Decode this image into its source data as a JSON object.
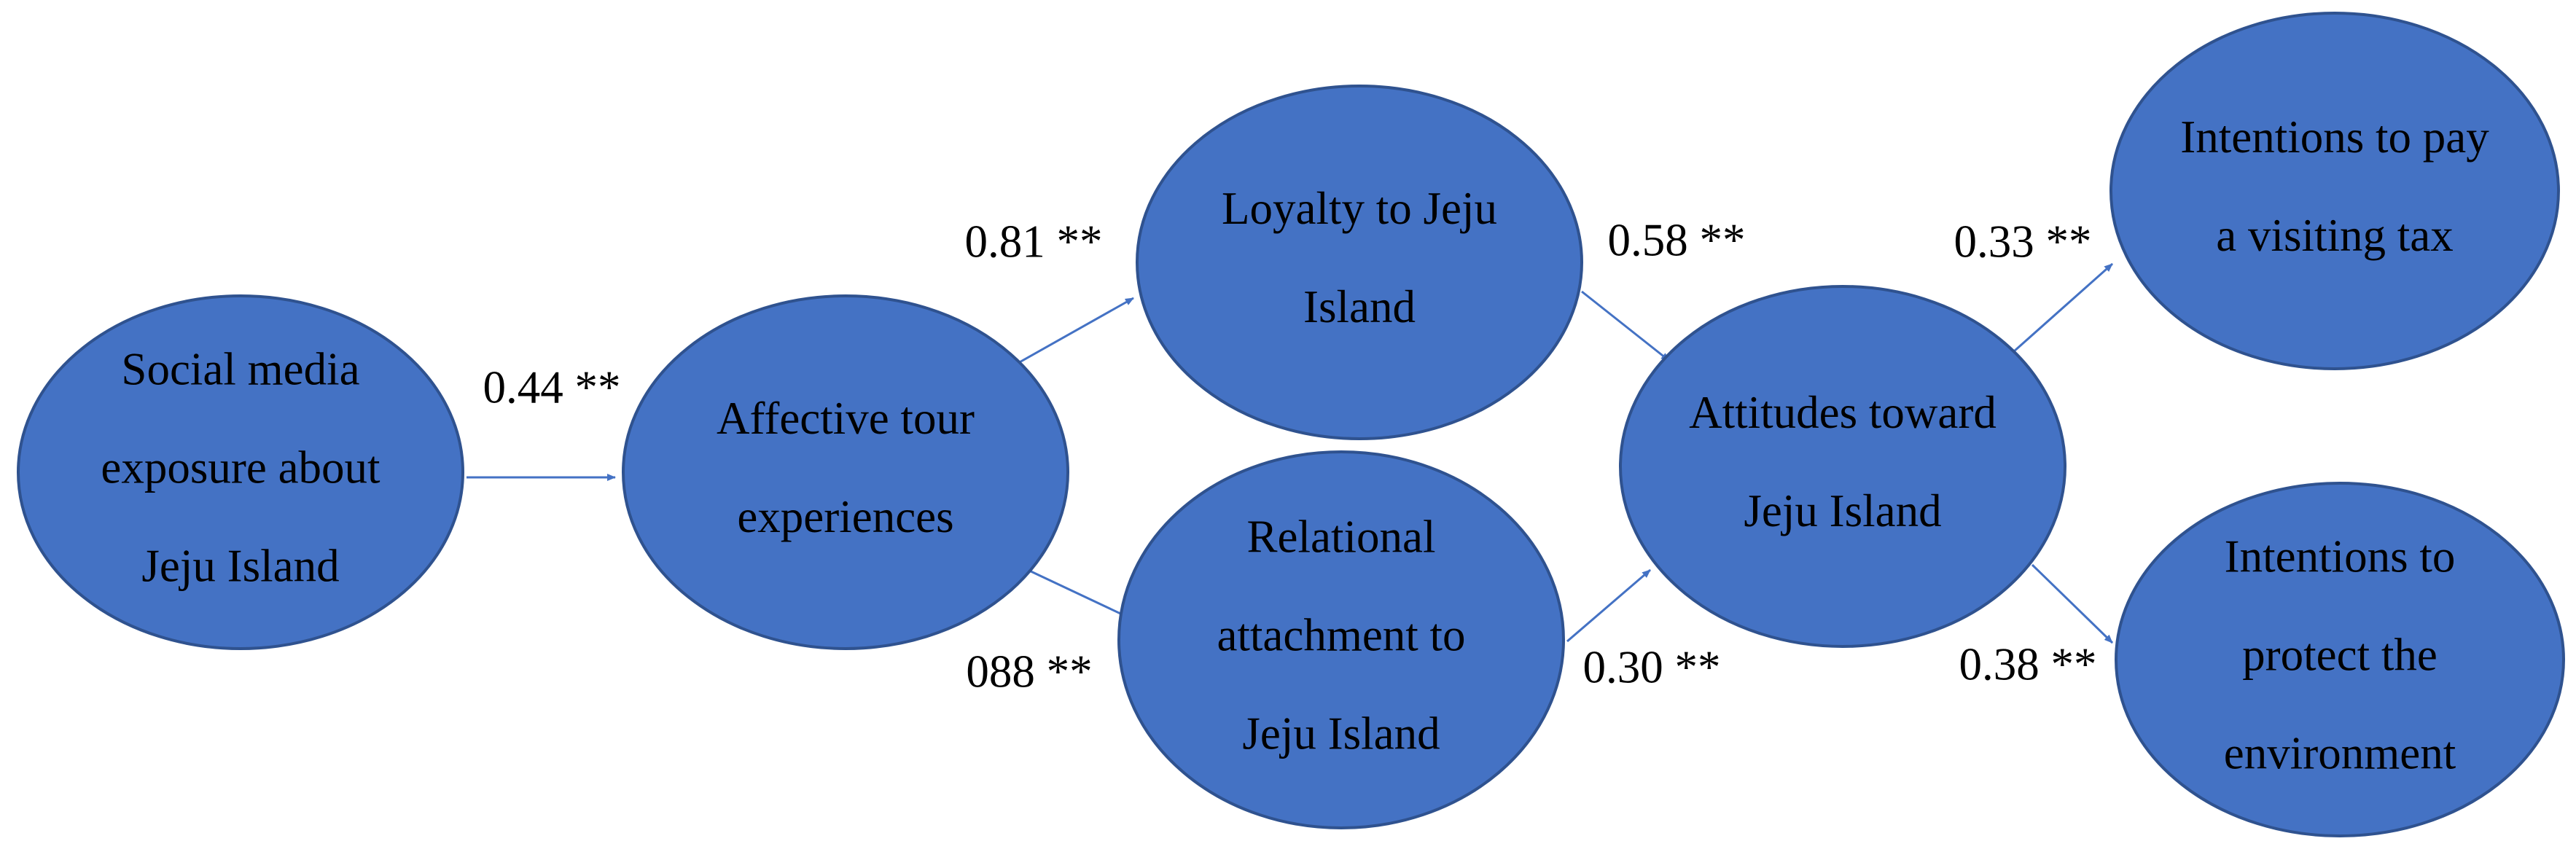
{
  "colors": {
    "node_fill": "#4472C4",
    "node_stroke": "#2F528F",
    "edge": "#4472C4",
    "text": "#000000"
  },
  "nodes": [
    {
      "id": "social-media",
      "lines": [
        "Social media",
        "exposure about",
        "Jeju Island"
      ]
    },
    {
      "id": "affective",
      "lines": [
        "Affective tour",
        "experiences"
      ]
    },
    {
      "id": "loyalty",
      "lines": [
        "Loyalty to Jeju",
        "Island"
      ]
    },
    {
      "id": "relational",
      "lines": [
        "Relational",
        "attachment to",
        "Jeju Island"
      ]
    },
    {
      "id": "attitudes",
      "lines": [
        "Attitudes toward",
        "Jeju Island"
      ]
    },
    {
      "id": "pay-tax",
      "lines": [
        "Intentions to pay",
        "a visiting tax"
      ]
    },
    {
      "id": "protect",
      "lines": [
        "Intentions to",
        "protect the",
        "environment"
      ]
    }
  ],
  "edges": [
    {
      "from": "social-media",
      "to": "affective",
      "label": "0.44 **"
    },
    {
      "from": "affective",
      "to": "loyalty",
      "label": "0.81 **"
    },
    {
      "from": "affective",
      "to": "relational",
      "label": "088 **"
    },
    {
      "from": "loyalty",
      "to": "attitudes",
      "label": "0.58 **"
    },
    {
      "from": "relational",
      "to": "attitudes",
      "label": "0.30 **"
    },
    {
      "from": "attitudes",
      "to": "pay-tax",
      "label": "0.33 **"
    },
    {
      "from": "attitudes",
      "to": "protect",
      "label": "0.38 **"
    }
  ]
}
